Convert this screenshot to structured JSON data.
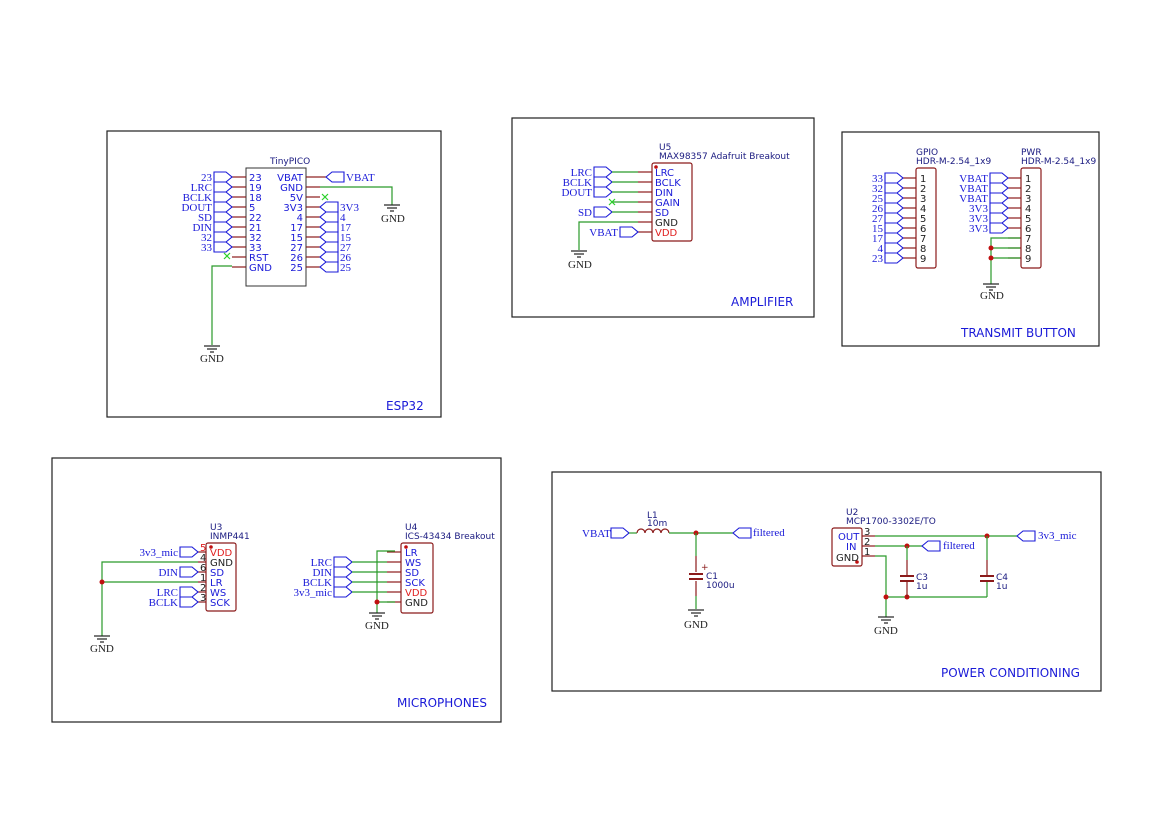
{
  "sections": {
    "esp32": {
      "title": "ESP32",
      "part": "TinyPICO",
      "left_pins": [
        "23",
        "19",
        "18",
        "5",
        "22",
        "21",
        "32",
        "33",
        "RST",
        "GND"
      ],
      "left_labels": [
        "23",
        "LRC",
        "BCLK",
        "DOUT",
        "SD",
        "DIN",
        "32",
        "33"
      ],
      "right_pins": [
        "VBAT",
        "GND",
        "5V",
        "3V3",
        "4",
        "17",
        "15",
        "27",
        "26",
        "25"
      ],
      "right_labels": [
        "VBAT",
        "3V3",
        "4",
        "17",
        "15",
        "27",
        "26",
        "25"
      ],
      "gnd": "GND"
    },
    "amplifier": {
      "title": "AMPLIFIER",
      "ref": "U5",
      "part": "MAX98357 Adafruit Breakout",
      "pins": [
        "LRC",
        "BCLK",
        "DIN",
        "GAIN",
        "SD",
        "GND",
        "VDD"
      ],
      "labels": [
        "LRC",
        "BCLK",
        "DOUT",
        "SD",
        "VBAT"
      ],
      "gnd": "GND"
    },
    "transmit": {
      "title": "TRANSMIT BUTTON",
      "gpio_ref": "GPIO",
      "gpio_part": "HDR-M-2.54_1x9",
      "gpio_labels": [
        "33",
        "32",
        "25",
        "26",
        "27",
        "15",
        "17",
        "4",
        "23"
      ],
      "pwr_ref": "PWR",
      "pwr_part": "HDR-M-2.54_1x9",
      "pwr_labels": [
        "VBAT",
        "VBAT",
        "VBAT",
        "3V3",
        "3V3",
        "3V3"
      ],
      "pin_numbers": [
        "1",
        "2",
        "3",
        "4",
        "5",
        "6",
        "7",
        "8",
        "9"
      ],
      "gnd": "GND"
    },
    "microphones": {
      "title": "MICROPHONES",
      "u3_ref": "U3",
      "u3_part": "INMP441",
      "u3_pins": [
        "VDD",
        "GND",
        "SD",
        "LR",
        "WS",
        "SCK"
      ],
      "u3_pin_numbers": [
        "5",
        "4",
        "6",
        "1",
        "2",
        "3"
      ],
      "u3_labels": [
        "3v3_mic",
        "DIN",
        "LRC",
        "BCLK"
      ],
      "u4_ref": "U4",
      "u4_part": "ICS-43434 Breakout",
      "u4_pins": [
        "LR",
        "WS",
        "SD",
        "SCK",
        "VDD",
        "GND"
      ],
      "u4_labels": [
        "LRC",
        "DIN",
        "BCLK",
        "3v3_mic"
      ],
      "gnd": "GND"
    },
    "power": {
      "title": "POWER CONDITIONING",
      "l1_ref": "L1",
      "l1_value": "10m",
      "c1_ref": "C1",
      "c1_value": "1000u",
      "in_label": "VBAT",
      "filtered_label": "filtered",
      "u2_ref": "U2",
      "u2_part": "MCP1700-3302E/TO",
      "u2_pins": [
        "OUT",
        "IN",
        "GND"
      ],
      "u2_pin_numbers": [
        "3",
        "2",
        "1"
      ],
      "c3_ref": "C3",
      "c3_value": "1u",
      "c4_ref": "C4",
      "c4_value": "1u",
      "out_label": "3v3_mic",
      "gnd": "GND"
    }
  },
  "colors": {
    "wire": "#2a9a2a",
    "pin": "#8b1a1a",
    "label": "#1a1ad8",
    "junction": "#c01010"
  }
}
